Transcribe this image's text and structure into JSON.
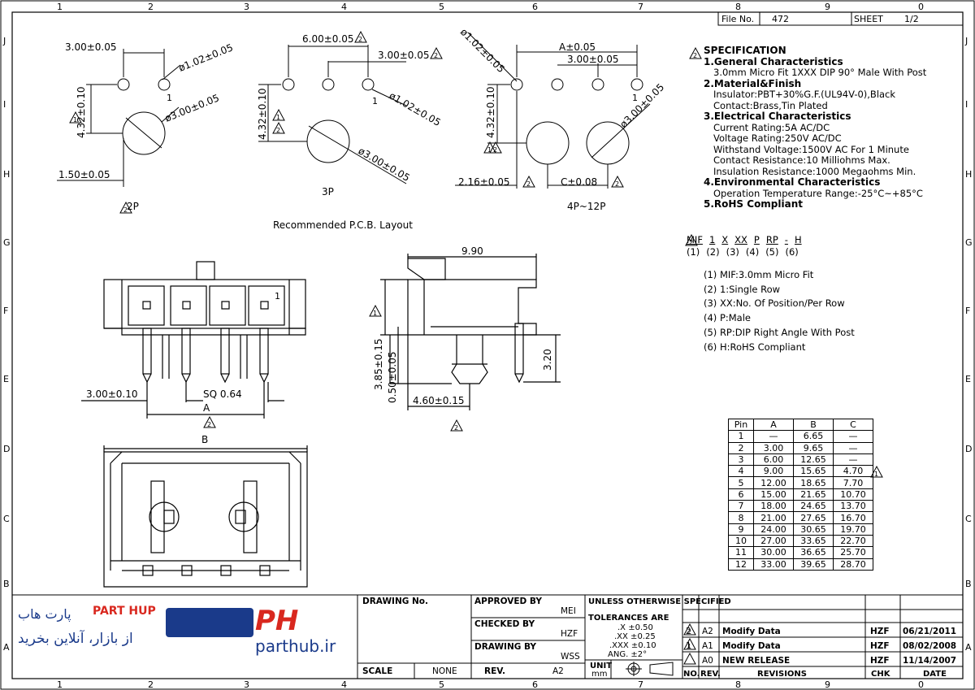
{
  "title_block": {
    "file_no_label": "File No.",
    "file_no": "472",
    "sheet_label": "SHEET",
    "sheet": "1/2",
    "drawing_no_label": "DRAWING No.",
    "approved_label": "APPROVED BY",
    "approved": "MEI",
    "checked_label": "CHECKED BY",
    "checked": "HZF",
    "drawing_by_label": "DRAWING BY",
    "drawing_by": "WSS",
    "scale_label": "SCALE",
    "scale": "NONE",
    "rev_label": "REV.",
    "rev": "A2",
    "unit_label": "UNIT",
    "unit": "mm",
    "tol_title": "UNLESS OTHERWISE SPECIFIED",
    "tol_label": "TOLERANCES ARE",
    "tol_x": ".X ±0.50",
    "tol_xx": ".XX ±0.25",
    "tol_xxx": ".XXX ±0.10",
    "tol_ang": "ANG. ±2°"
  },
  "revisions": {
    "headers": [
      "NO.",
      "REV.",
      "REVISIONS",
      "CHK",
      "DATE"
    ],
    "rows": [
      {
        "no": "2",
        "rev": "A2",
        "text": "Modify Data",
        "chk": "HZF",
        "date": "06/21/2011"
      },
      {
        "no": "1",
        "rev": "A1",
        "text": "Modify Data",
        "chk": "HZF",
        "date": "08/02/2008"
      },
      {
        "no": "",
        "rev": "A0",
        "text": "NEW RELEASE",
        "chk": "HZF",
        "date": "11/14/2007"
      }
    ]
  },
  "grid": {
    "cols": [
      "1",
      "2",
      "3",
      "4",
      "5",
      "6",
      "7",
      "8",
      "9",
      "0"
    ],
    "rows": [
      "J",
      "I",
      "H",
      "G",
      "F",
      "E",
      "D",
      "C",
      "B",
      "A"
    ]
  },
  "specification": {
    "title": "SPECIFICATION",
    "sections": [
      {
        "head": "1.General Characteristics",
        "lines": [
          "3.0mm Micro Fit 1XXX DIP 90° Male With Post"
        ]
      },
      {
        "head": "2.Material&Finish",
        "lines": [
          "Insulator:PBT+30%G.F.(UL94V-0),Black",
          "Contact:Brass,Tin Plated"
        ]
      },
      {
        "head": "3.Electrical Characteristics",
        "lines": [
          "Current Rating:5A AC/DC",
          "Voltage Rating:250V AC/DC",
          "Withstand Voltage:1500V AC For 1 Minute",
          "Contact Resistance:10 Milliohms Max.",
          "Insulation Resistance:1000 Megaohms Min."
        ]
      },
      {
        "head": "4.Environmental Characteristics",
        "lines": [
          "Operation Temperature Range:-25°C~+85°C"
        ]
      },
      {
        "head": "5.RoHS Compliant",
        "lines": []
      }
    ]
  },
  "part_code": {
    "parts": [
      "MIF",
      "1",
      "X",
      "XX",
      "P",
      "RP",
      "-",
      "H"
    ],
    "nums": [
      "(1)",
      "(2)",
      "(3)",
      "(4)",
      "(5)",
      "(6)"
    ],
    "legend": [
      "(1) MIF:3.0mm Micro Fit",
      "(2) 1:Single Row",
      "(3) XX:No. Of Position/Per Row",
      "(4) P:Male",
      "(5) RP:DIP Right Angle With Post",
      "(6) H:RoHS Compliant"
    ]
  },
  "pin_table": {
    "headers": [
      "Pin",
      "A",
      "B",
      "C"
    ],
    "rows": [
      [
        "1",
        "—",
        "6.65",
        "—"
      ],
      [
        "2",
        "3.00",
        "9.65",
        "—"
      ],
      [
        "3",
        "6.00",
        "12.65",
        "—"
      ],
      [
        "4",
        "9.00",
        "15.65",
        "4.70"
      ],
      [
        "5",
        "12.00",
        "18.65",
        "7.70"
      ],
      [
        "6",
        "15.00",
        "21.65",
        "10.70"
      ],
      [
        "7",
        "18.00",
        "24.65",
        "13.70"
      ],
      [
        "8",
        "21.00",
        "27.65",
        "16.70"
      ],
      [
        "9",
        "24.00",
        "30.65",
        "19.70"
      ],
      [
        "10",
        "27.00",
        "33.65",
        "22.70"
      ],
      [
        "11",
        "30.00",
        "36.65",
        "25.70"
      ],
      [
        "12",
        "33.00",
        "39.65",
        "28.70"
      ]
    ]
  },
  "pcb": {
    "title": "Recommended P.C.B. Layout",
    "p2": {
      "label": "2P",
      "d1": "3.00±0.05",
      "d2": "ø1.02±0.05",
      "d3": "4.32±0.10",
      "d4": "ø3.00±0.05",
      "d5": "1.50±0.05",
      "pin1": "1"
    },
    "p3": {
      "label": "3P",
      "d1": "6.00±0.05",
      "d2": "3.00±0.05",
      "d3": "ø1.02±0.05",
      "d4": "4.32±0.10",
      "d5": "ø3.00±0.05",
      "pin1": "1"
    },
    "p4": {
      "label": "4P~12P",
      "d1": "ø1.02±0.05",
      "d2": "A±0.05",
      "d3": "3.00±0.05",
      "d4": "4.32±0.10",
      "d5": "ø3.00±0.05",
      "d6": "2.16±0.05",
      "d7": "C±0.08",
      "pin1": "1"
    }
  },
  "front_view": {
    "d1": "3.00±0.10",
    "d2": "SQ 0.64",
    "d3": "A",
    "pin1": "1"
  },
  "side_view": {
    "d1": "9.90",
    "d2": "3.85±0.15",
    "d3": "0.50±0.05",
    "d4": "4.60±0.15",
    "d5": "3.20"
  },
  "bottom_view": {
    "d1": "B"
  },
  "logo": {
    "fa_name": "پارت هاب",
    "en_name": "PART HUP",
    "fa_slogan": "از بازار، آنلاین بخرید",
    "url": "parthub.ir",
    "mark": "PH"
  }
}
